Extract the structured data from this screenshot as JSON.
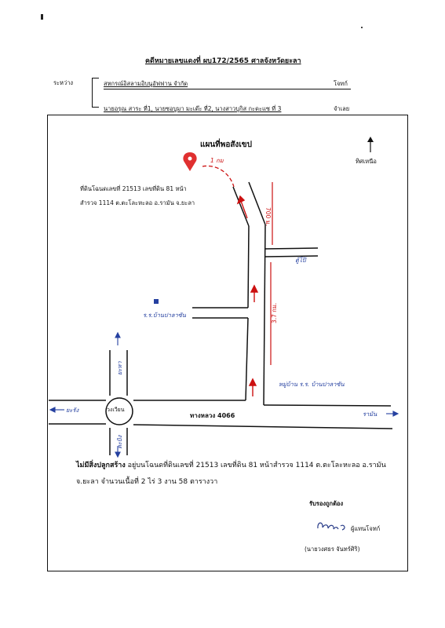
{
  "header": {
    "case_title": "คดีหมายเลขแดงที่ ผบ172/2565 ศาลจังหวัดยะลา",
    "between_label": "ระหว่าง",
    "plaintiff_name": "สหกรณ์อิสลามอิบนูอัฟฟาน จำกัด",
    "plaintiff_role": "โจทก์",
    "defendants_names": "นายอรุณ สาระ ที่1, นายซอบูมา มะเด๊ะ ที่2, นางสาวบูกิส กะดะแซ ที่ 3",
    "defendants_role": "จำเลย"
  },
  "map": {
    "title": "แผนที่พอสังเขป",
    "north_label": "ทิศเหนือ",
    "distance_top": "1 กม",
    "land_info_line1": "ที่ดินโฉนดเลขที่ 21513  เลขที่ดิน 81 หน้า",
    "land_info_line2": "สำรวจ 1114  ต.ตะโละหะลอ อ.รามัน  จ.ยะลา",
    "dist_700": "700 ม.",
    "dist_37": "3.7 กม.",
    "label_upper_right": "ตู้โป๊",
    "label_school": "ร.ร.บ้านปาลาซัน",
    "label_village": "หมู่บ้าน ร.ร. บ้านปาลาซัน",
    "label_roundabout": "วงเวียน",
    "label_road": "ทางหลวง 4066",
    "label_left": "ยะรัง",
    "label_right": "รามัน",
    "label_up": "ยะหา",
    "label_down": "ตะบิง"
  },
  "footer": {
    "bold_lead": "ไม่มีสิ่งปลูกสร้าง",
    "line1_rest": " อยู่บนโฉนดที่ดินเลขที่ 21513  เลขที่ดิน 81 หน้าสำรวจ 1114  ต.ตะโละหะลอ อ.รามัน",
    "line2": "จ.ยะลา  จำนวนเนื้อที่ 2 ไร่  3 งาน  58 ตารางวา",
    "certify": "รับรองถูกต้อง",
    "signer_role": "ผู้แทนโจทก์",
    "signer_name": "(นายวงศธร จันทร์ศิริ)"
  },
  "colors": {
    "ink": "#111111",
    "road_marks": "#cc1111",
    "route_pin": "#e03030",
    "signature": "#2c3f8a",
    "annotation": "#2540a0"
  }
}
